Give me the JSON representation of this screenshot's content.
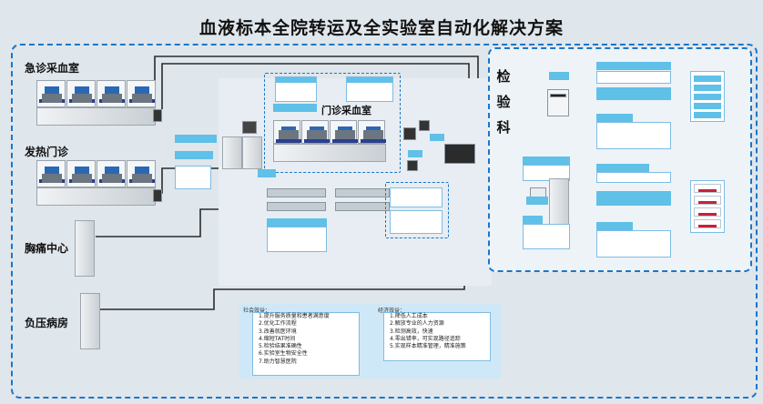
{
  "title": "血液标本全院转运及全实验室自动化解决方案",
  "departments": {
    "emergency": "急诊采血室",
    "fever": "发热门诊",
    "chest_pain": "胸痛中心",
    "negative_pressure": "负压病房",
    "outpatient": "门诊采血室",
    "lab": "检验科"
  },
  "benefits": {
    "social_title": "社会效益：",
    "social_items": [
      "1.提升服务质量和患者满意度",
      "2.优化工作流程",
      "3.改善就医环境",
      "4.缩短TAT时间",
      "5.检验结果准确性",
      "6.实验室生物安全性",
      "7.助力智慧医院"
    ],
    "economic_title": "经济效益：",
    "economic_items": [
      "1.降低人工成本",
      "2.解放专业的人力资源",
      "3.检测高效，快速",
      "4.零出错率，可实现路径追踪",
      "5.实现样本精准管理，精准施策"
    ]
  },
  "colors": {
    "accent": "#1b76c8",
    "panel": "#5fc0e8",
    "background": "#dfe6ec"
  }
}
